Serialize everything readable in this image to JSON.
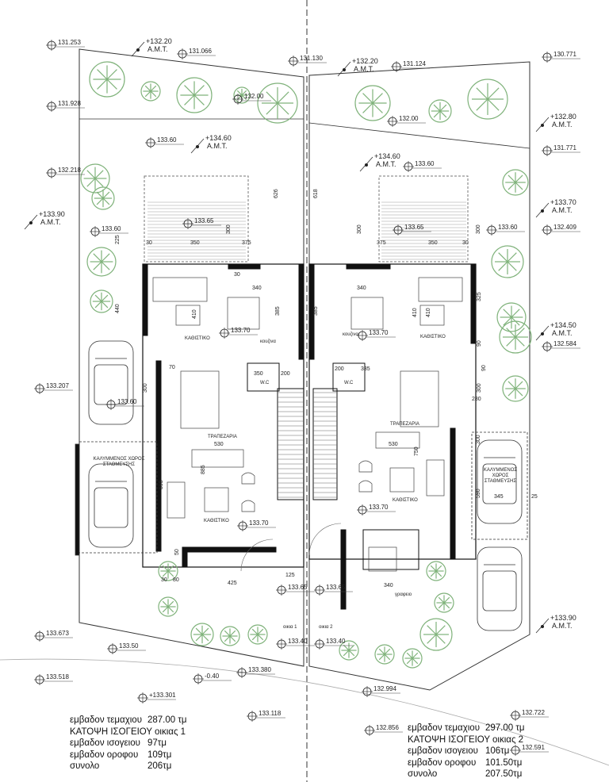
{
  "elevations": [
    "131.253",
    "131.066",
    "131.130",
    "131.124",
    "130.771",
    "131.928",
    "132.00",
    "132.00",
    "133.60",
    "133.60",
    "131.771",
    "132.218",
    "133.60",
    "133.65",
    "133.65",
    "133.60",
    "132.409",
    "133.70",
    "133.70",
    "132.584",
    "133.207",
    "133.60",
    "133.70",
    "133.70",
    "133.65",
    "133.65",
    "133.40",
    "133.40",
    "133.673",
    "133.50",
    "133.380",
    "133.518",
    "-0.40",
    "+133.301",
    "133.118",
    "132.994",
    "132.856",
    "132.722",
    "132.591"
  ],
  "amt_markers": [
    {
      "value": "+132.20",
      "label": "Α.Μ.Τ."
    },
    {
      "value": "+132.20",
      "label": "Α.Μ.Τ."
    },
    {
      "value": "+134.60",
      "label": "Α.Μ.Τ."
    },
    {
      "value": "+134.60",
      "label": "Α.Μ.Τ."
    },
    {
      "value": "+132.80",
      "label": "Α.Μ.Τ."
    },
    {
      "value": "+133.90",
      "label": "Α.Μ.Τ."
    },
    {
      "value": "+133.70",
      "label": "Α.Μ.Τ."
    },
    {
      "value": "+134.50",
      "label": "Α.Μ.Τ."
    },
    {
      "value": "+133.90",
      "label": "Α.Μ.Τ."
    }
  ],
  "dimensions": [
    "30",
    "350",
    "375",
    "225",
    "300",
    "626",
    "618",
    "300",
    "375",
    "350",
    "30",
    "300",
    "30",
    "340",
    "340",
    "410",
    "385",
    "440",
    "385",
    "410",
    "325",
    "90",
    "70",
    "300",
    "350",
    "200",
    "200",
    "335",
    "300",
    "280",
    "530",
    "885",
    "530",
    "750",
    "595",
    "590",
    "345",
    "25",
    "50",
    "425",
    "30",
    "80",
    "125",
    "340",
    "90",
    "300",
    "410"
  ],
  "rooms": {
    "living_1a": "ΚΑΘΙΣΤΙΚΟ",
    "kitchen_1": "κουζινα",
    "wc_1": "W.C",
    "dining_1": "ΤΡΑΠΕΖΑΡΙΑ",
    "parking_1": "ΚΑΛΥΜΜΕΝΟΣ ΧΩΡΟΣ ΣΤΑΘΜΕΥΣΗΣ",
    "living_1b": "ΚΑΘΙΣΤΙΚΟ",
    "house_1": "οικια 1",
    "living_2a": "ΚΑΘΙΣΤΙΚΟ",
    "kitchen_2": "κουζινα",
    "wc_2": "W.C",
    "dining_2": "ΤΡΑΠΕΖΑΡΙΑ",
    "parking_2": "ΚΑΛΥΜΜΕΝΟΣ ΧΩΡΟΣ ΣΤΑΘΜΕΥΣΗΣ",
    "living_2b": "ΚΑΘΙΣΤΙΚΟ",
    "office_2": "γραφειο",
    "house_2": "οικια 2"
  },
  "stats_1": {
    "plot_area_label": "εμβαδον τεμαχιου",
    "plot_area": "287.00 τμ",
    "title": "ΚΑΤΟΨΗ ΙΣΟΓΕΙΟΥ οικιας 1",
    "ground_label": "εμβαδον ισογειου",
    "ground": "97τμ",
    "upper_label": "εμβαδον οροφου",
    "upper": "109τμ",
    "total_label": "συνολο",
    "total": "206τμ"
  },
  "stats_2": {
    "plot_area_label": "εμβαδον τεμαχιου",
    "plot_area": "297.00 τμ",
    "title": "ΚΑΤΟΨΗ ΙΣΟΓΕΙΟΥ οικιας 2",
    "ground_label": "εμβαδον ισογειου",
    "ground": "106τμ",
    "upper_label": "εμβαδον οροφου",
    "upper": "101.50τμ",
    "total_label": "συνολο",
    "total": "207.50τμ"
  },
  "colors": {
    "tree": "#7fb27a",
    "line": "#222222",
    "hatch": "#999999"
  }
}
